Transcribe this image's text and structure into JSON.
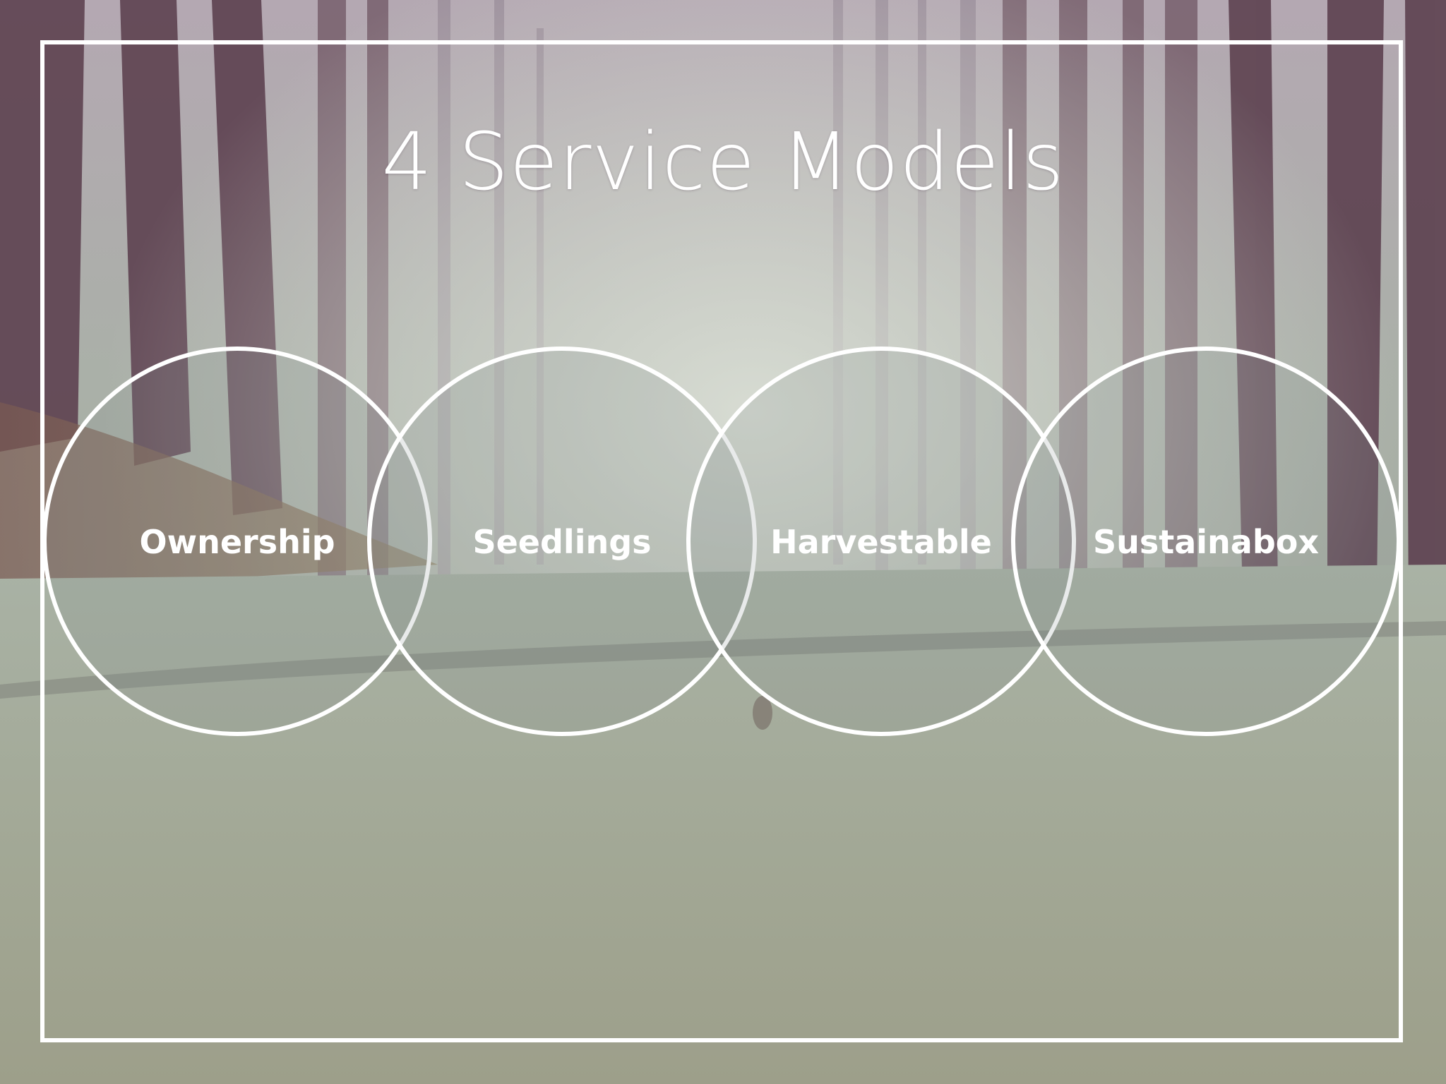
{
  "slide": {
    "title": "4 Service Models"
  },
  "models": [
    {
      "label": "Ownership"
    },
    {
      "label": "Seedlings"
    },
    {
      "label": "Harvestable"
    },
    {
      "label": "Sustainabox"
    }
  ],
  "colors": {
    "frame": "#ffffff",
    "circle_stroke": "#ffffff",
    "text": "#ffffff",
    "circle_fill": "#7f8c8a"
  }
}
